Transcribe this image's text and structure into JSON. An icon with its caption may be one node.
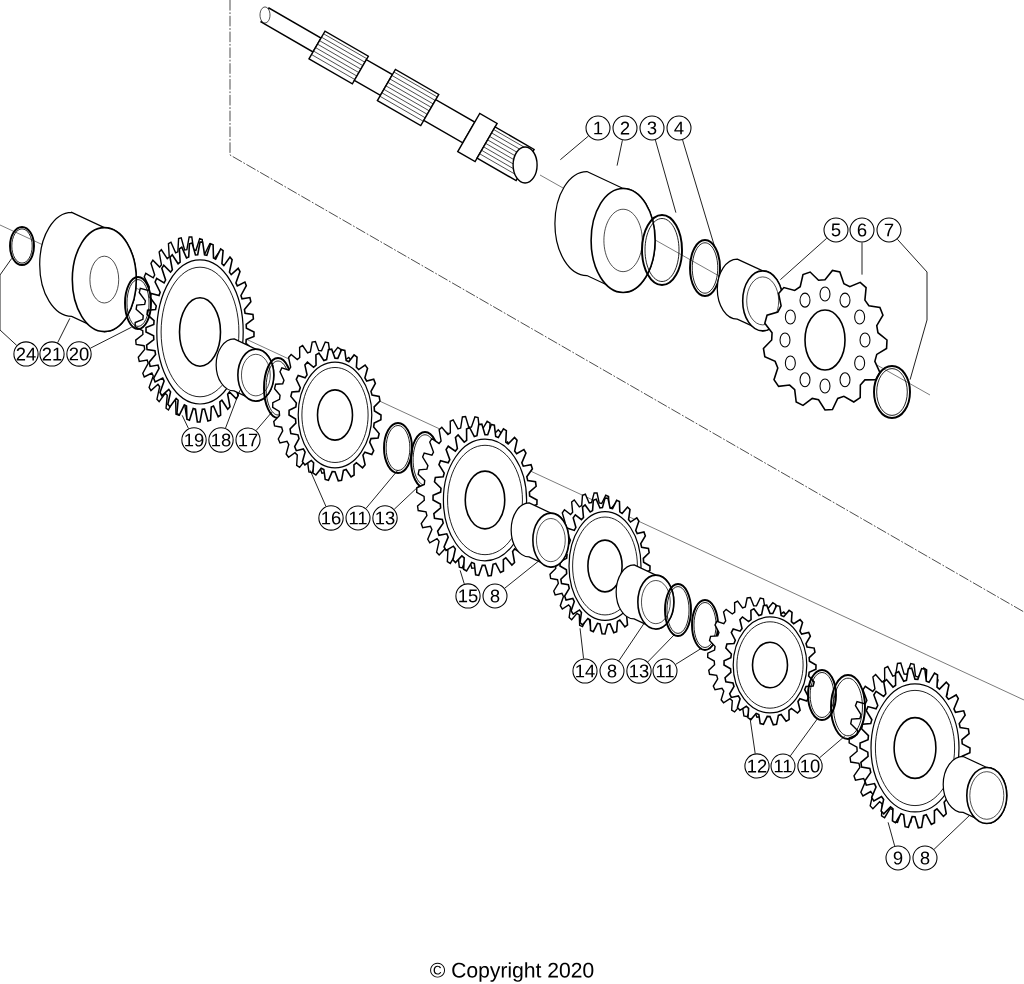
{
  "diagram": {
    "nodes": [
      {
        "text": [
          "1"
        ]
      },
      {
        "text": [
          "2"
        ]
      },
      {
        "text": [
          "3"
        ]
      },
      {
        "text": [
          "4"
        ]
      },
      {
        "text": [
          "5"
        ]
      },
      {
        "text": [
          "6"
        ]
      },
      {
        "text": [
          "7"
        ]
      },
      {
        "text": [
          "24"
        ]
      },
      {
        "text": [
          "21"
        ]
      },
      {
        "text": [
          "20"
        ]
      },
      {
        "text": [
          "19"
        ]
      },
      {
        "text": [
          "18"
        ]
      },
      {
        "text": [
          "17"
        ]
      },
      {
        "text": [
          "16"
        ]
      },
      {
        "text": [
          "11"
        ]
      },
      {
        "text": [
          "13"
        ]
      },
      {
        "text": [
          "15"
        ]
      },
      {
        "text": [
          "8"
        ]
      },
      {
        "text": [
          "14"
        ]
      },
      {
        "text": [
          "8"
        ]
      },
      {
        "text": [
          "13"
        ]
      },
      {
        "text": [
          "11"
        ]
      },
      {
        "text": [
          "12"
        ]
      },
      {
        "text": [
          "11"
        ]
      },
      {
        "text": [
          "10"
        ]
      },
      {
        "text": [
          "9"
        ]
      },
      {
        "text": [
          "8"
        ]
      },
      {
        "text": [],
        "shape": "picture"
      },
      {
        "text": [],
        "shape": "picture"
      },
      {
        "text": [],
        "shape": "picture"
      },
      {
        "text": [],
        "shape": "picture"
      },
      {
        "text": [],
        "shape": "picture"
      },
      {
        "text": [],
        "shape": "picture"
      },
      {
        "text": [],
        "shape": "picture"
      },
      {
        "text": [],
        "shape": "picture"
      },
      {
        "text": [],
        "shape": "picture"
      },
      {
        "text": [],
        "shape": "picture"
      },
      {
        "text": [],
        "shape": "picture"
      },
      {
        "text": [],
        "shape": "picture"
      },
      {
        "text": [],
        "shape": "picture"
      },
      {
        "text": [],
        "shape": "picture"
      },
      {
        "text": [],
        "shape": "picture"
      },
      {
        "text": [],
        "shape": "picture"
      },
      {
        "text": [],
        "shape": "picture"
      },
      {
        "text": [],
        "shape": "picture"
      },
      {
        "text": [],
        "shape": "picture"
      },
      {
        "text": [],
        "shape": "picture"
      },
      {
        "text": [],
        "shape": "picture"
      },
      {
        "text": [],
        "shape": "picture"
      },
      {
        "text": [],
        "shape": "picture"
      },
      {
        "text": [],
        "shape": "picture"
      },
      {
        "text": [],
        "shape": "picture"
      },
      {
        "text": [],
        "shape": "picture"
      },
      {
        "text": [],
        "shape": "picture"
      }
    ],
    "edges": [
      {
        "from": 0,
        "to": 27,
        "arrow": "none"
      },
      {
        "from": 1,
        "to": 28,
        "arrow": "none"
      },
      {
        "from": 2,
        "to": 29,
        "arrow": "none"
      },
      {
        "from": 3,
        "to": 30,
        "arrow": "none"
      },
      {
        "from": 4,
        "to": 31,
        "arrow": "none"
      },
      {
        "from": 5,
        "to": 32,
        "arrow": "none"
      },
      {
        "from": 6,
        "to": 33,
        "arrow": "none"
      },
      {
        "from": 7,
        "to": 34,
        "arrow": "none"
      },
      {
        "from": 8,
        "to": 35,
        "arrow": "none"
      },
      {
        "from": 9,
        "to": 36,
        "arrow": "none"
      },
      {
        "from": 10,
        "to": 37,
        "arrow": "none"
      },
      {
        "from": 11,
        "to": 38,
        "arrow": "none"
      },
      {
        "from": 12,
        "to": 39,
        "arrow": "none"
      },
      {
        "from": 13,
        "to": 40,
        "arrow": "none"
      },
      {
        "from": 14,
        "to": 41,
        "arrow": "none"
      },
      {
        "from": 15,
        "to": 42,
        "arrow": "none"
      },
      {
        "from": 16,
        "to": 43,
        "arrow": "none"
      },
      {
        "from": 17,
        "to": 44,
        "arrow": "none"
      },
      {
        "from": 18,
        "to": 45,
        "arrow": "none"
      },
      {
        "from": 19,
        "to": 46,
        "arrow": "none"
      },
      {
        "from": 20,
        "to": 47,
        "arrow": "none"
      },
      {
        "from": 21,
        "to": 48,
        "arrow": "none"
      },
      {
        "from": 22,
        "to": 49,
        "arrow": "none"
      },
      {
        "from": 23,
        "to": 50,
        "arrow": "none"
      },
      {
        "from": 24,
        "to": 51,
        "arrow": "none"
      },
      {
        "from": 25,
        "to": 52,
        "arrow": "none"
      },
      {
        "from": 26,
        "to": 53,
        "arrow": "none"
      }
    ],
    "labels": [
      "© Copyright 2020"
    ]
  }
}
